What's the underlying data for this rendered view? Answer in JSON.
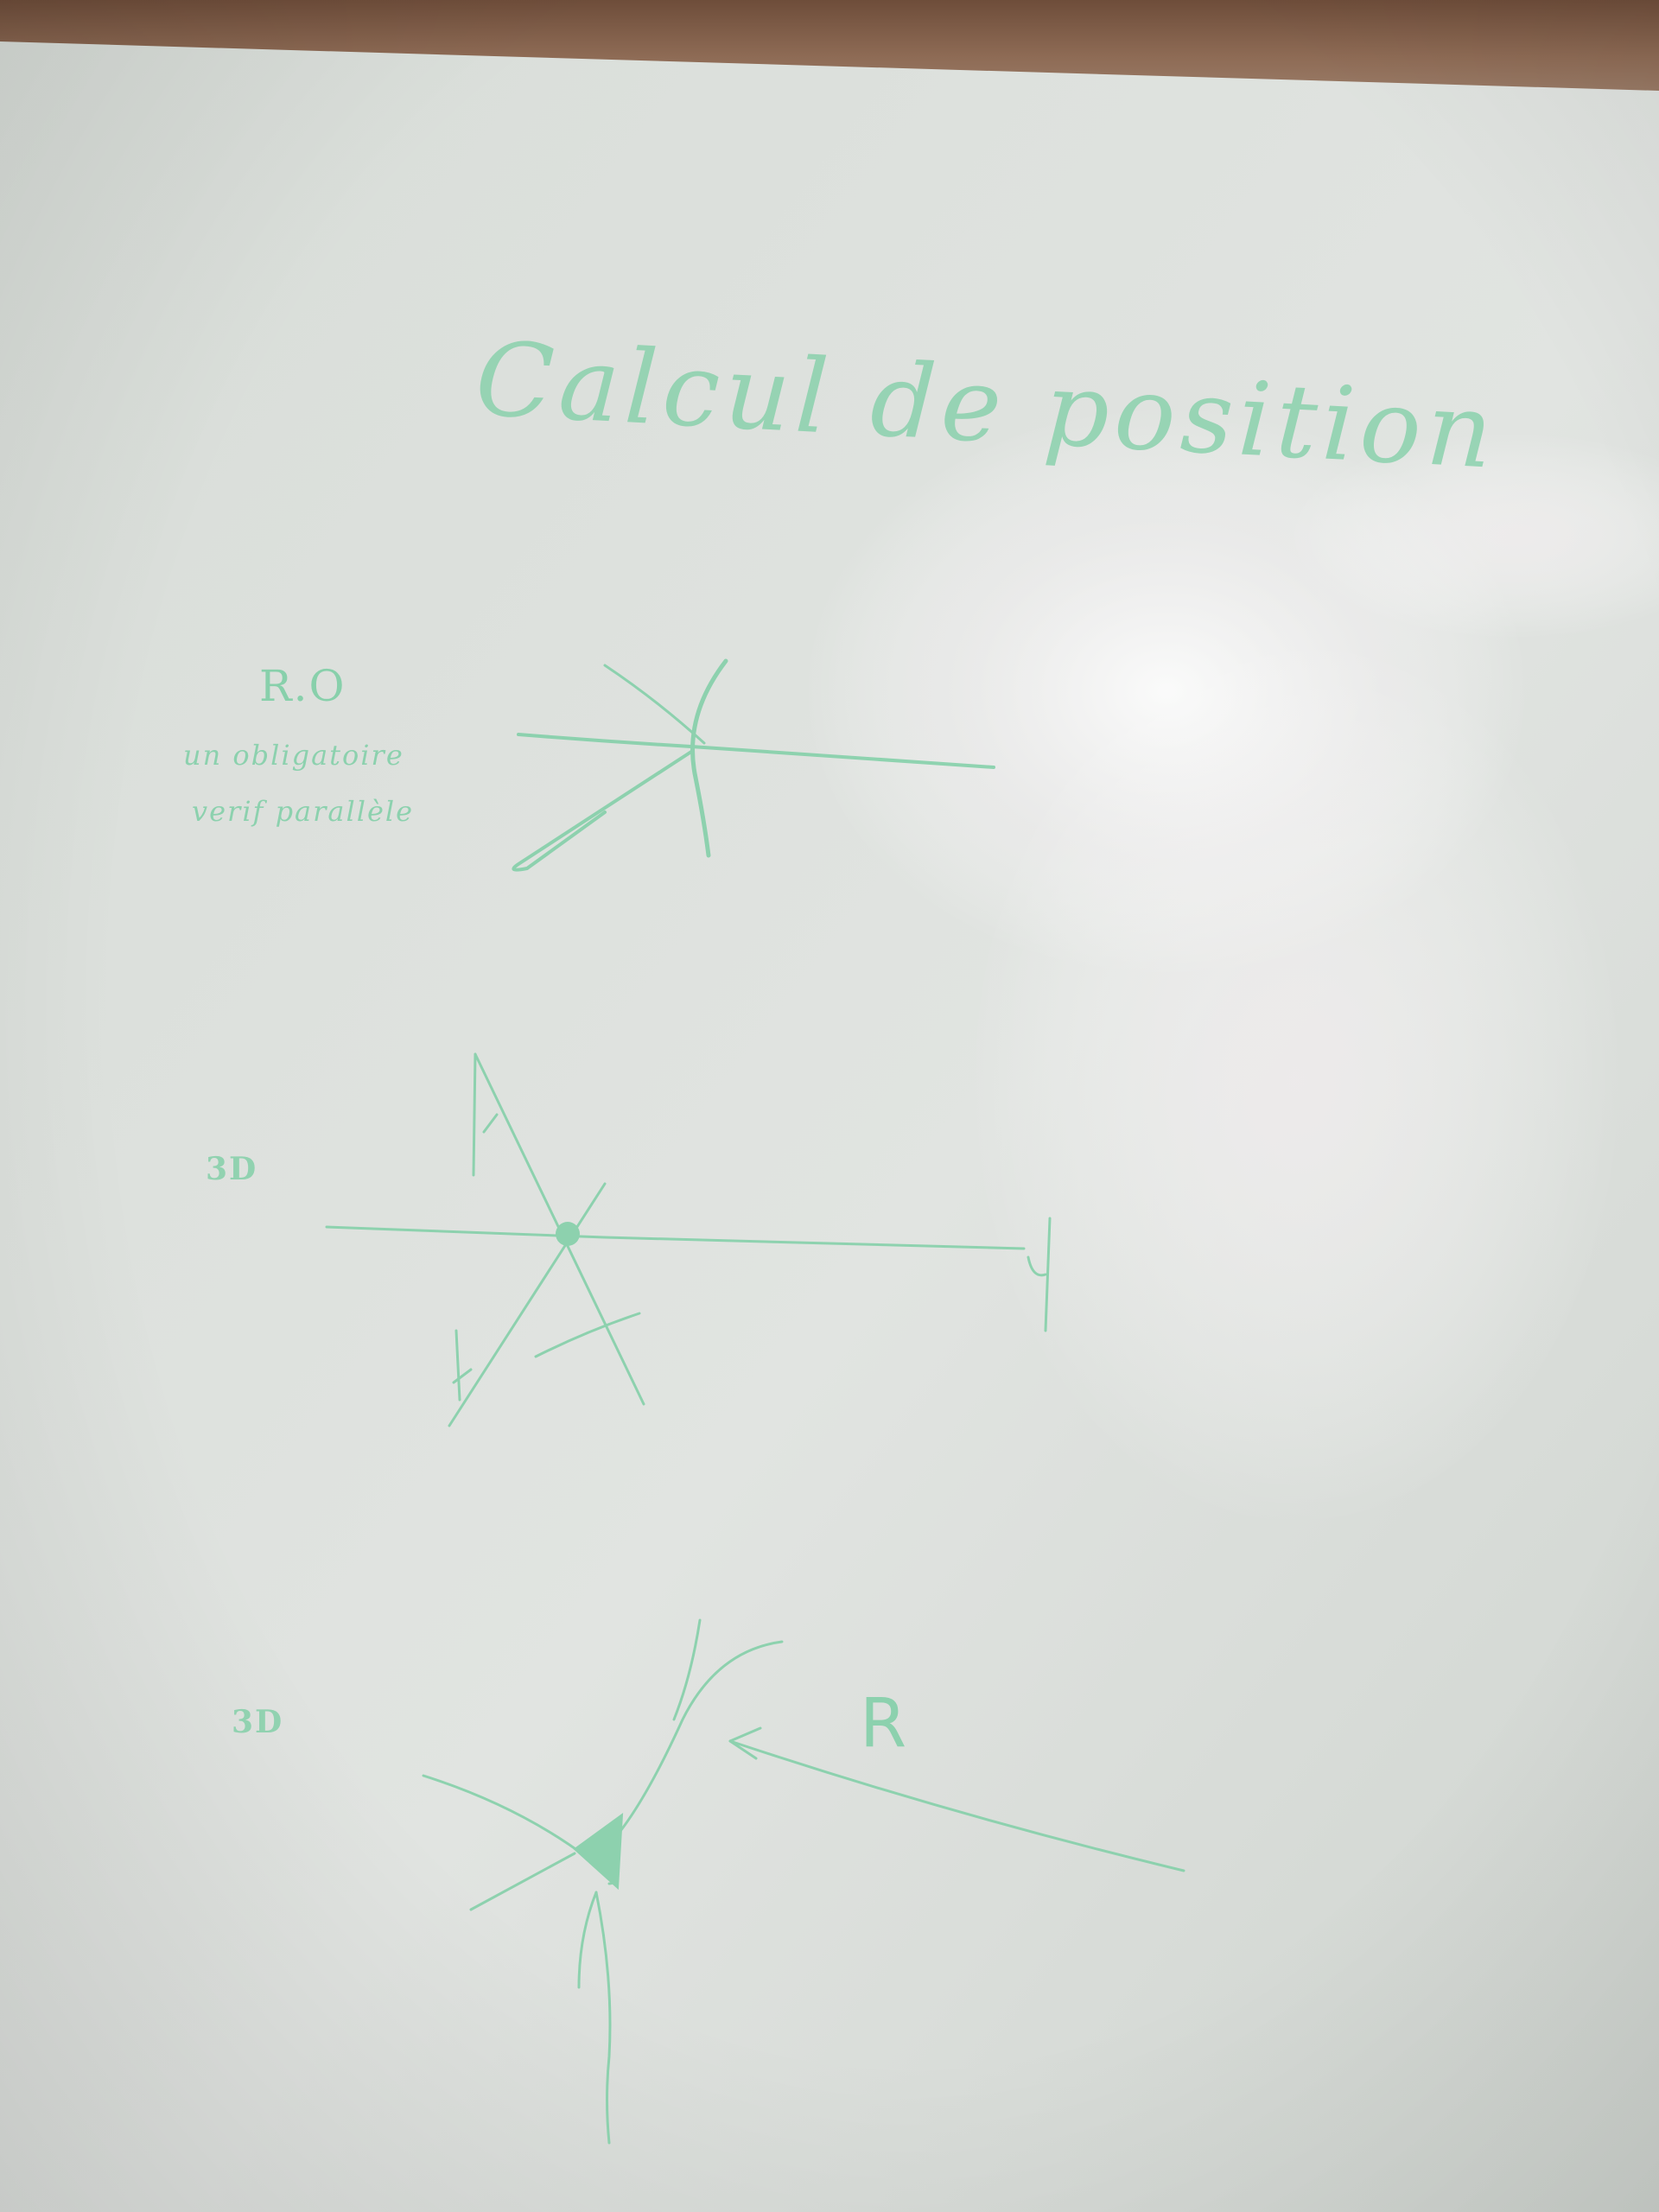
{
  "board": {
    "title": "Calcul de position",
    "ink_color": "#7fcfa6",
    "surface_color": "#dfe4df"
  },
  "note": {
    "heading": "R.O",
    "line1": "un obligatoire",
    "line2": "verif parallèle"
  },
  "diagram_labels": {
    "first_3d": "3D",
    "second_3d": "3D",
    "arrow_label": "R"
  }
}
